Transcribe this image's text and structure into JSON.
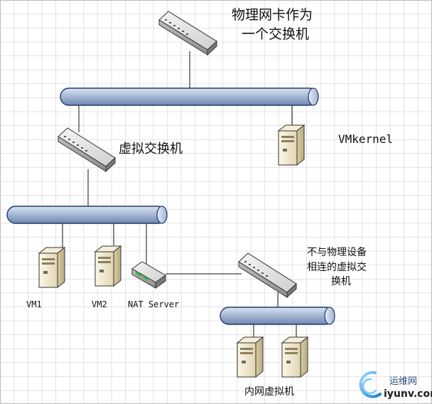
{
  "labels": {
    "physical_nic": [
      "物理网卡作为",
      "一个交换机"
    ],
    "virtual_switch": "虚拟交换机",
    "vmkernel": "VMkernel",
    "isolated_switch": [
      "不与物理设备",
      "相连的虚拟交",
      "换机"
    ],
    "vm1": "VM1",
    "vm2": "VM2",
    "nat_server": "NAT Server",
    "internal_vms": "内网虚拟机"
  },
  "watermark": {
    "brand": "运维网",
    "site": "iyunv.com"
  },
  "colors": {
    "grid": "#c9c9c9",
    "bus_fill": "#a9bbd6",
    "bus_stroke": "#223a6a",
    "server_fill": "#ede3c4",
    "line": "#111111",
    "watermark_brand": "#2b4a80",
    "watermark_site": "#1d1d1d"
  }
}
